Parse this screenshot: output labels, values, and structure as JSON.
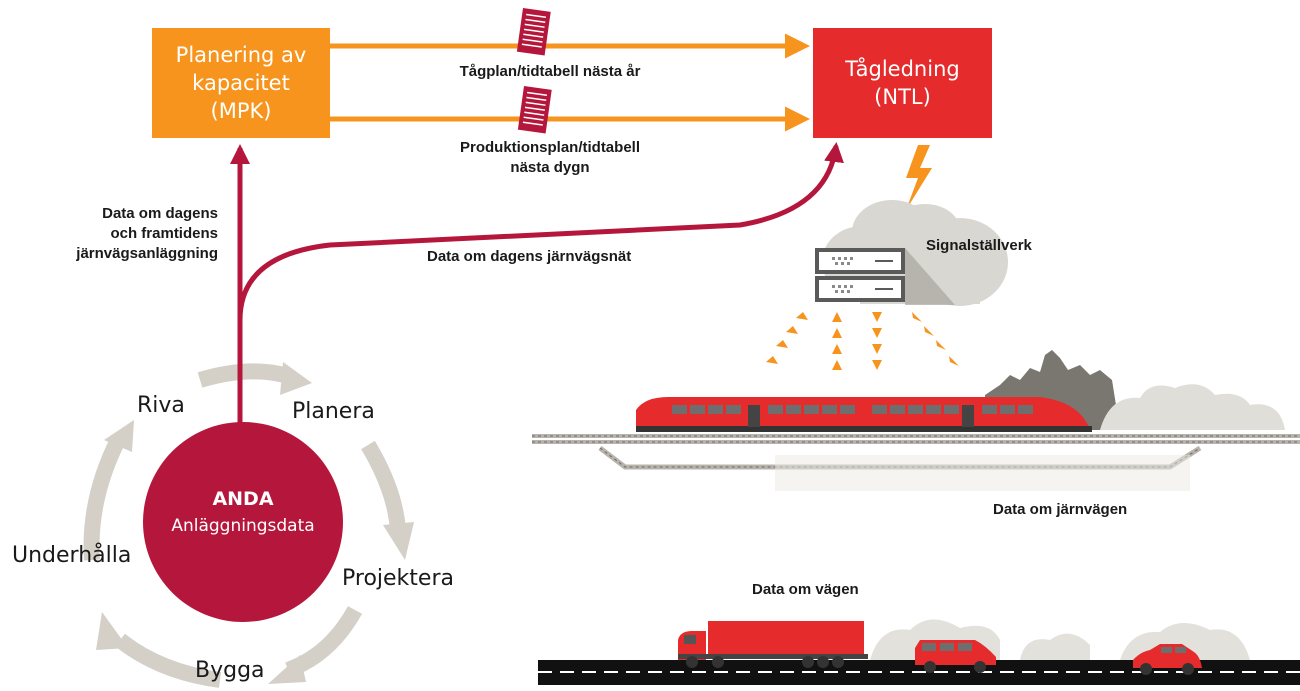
{
  "boxes": {
    "mpk": {
      "label": "Planering av\nkapacitet\n(MPK)",
      "color": "#f7941d"
    },
    "ntl": {
      "label": "Tågledning\n(NTL)",
      "color": "#e52b2b"
    }
  },
  "flows": {
    "plan_next_year": "Tågplan/tidtabell nästa år",
    "plan_next_day": "Produktionsplan/tidtabell\nnästa dygn",
    "future_infra": "Data om dagens\noch framtidens\njärnvägsanläggning",
    "current_network": "Data om dagens järnvägsnät"
  },
  "anda": {
    "title": "ANDA",
    "subtitle": "Anläggningsdata",
    "color": "#b5173c"
  },
  "lifecycle": {
    "riva": "Riva",
    "planera": "Planera",
    "projektera": "Projektera",
    "bygga": "Bygga",
    "underhalla": "Underhålla"
  },
  "scene": {
    "signal": "Signalställverk",
    "railway": "Data om järnvägen",
    "road": "Data om vägen"
  },
  "colors": {
    "orange": "#f7941d",
    "red": "#e52b2b",
    "dark_red": "#b5173c",
    "grey_arrow": "#d4d0c8"
  },
  "icons": [
    "document-icon",
    "lightning-icon",
    "cloud-icon",
    "server-icon",
    "train-icon",
    "truck-icon",
    "van-icon",
    "car-icon"
  ]
}
